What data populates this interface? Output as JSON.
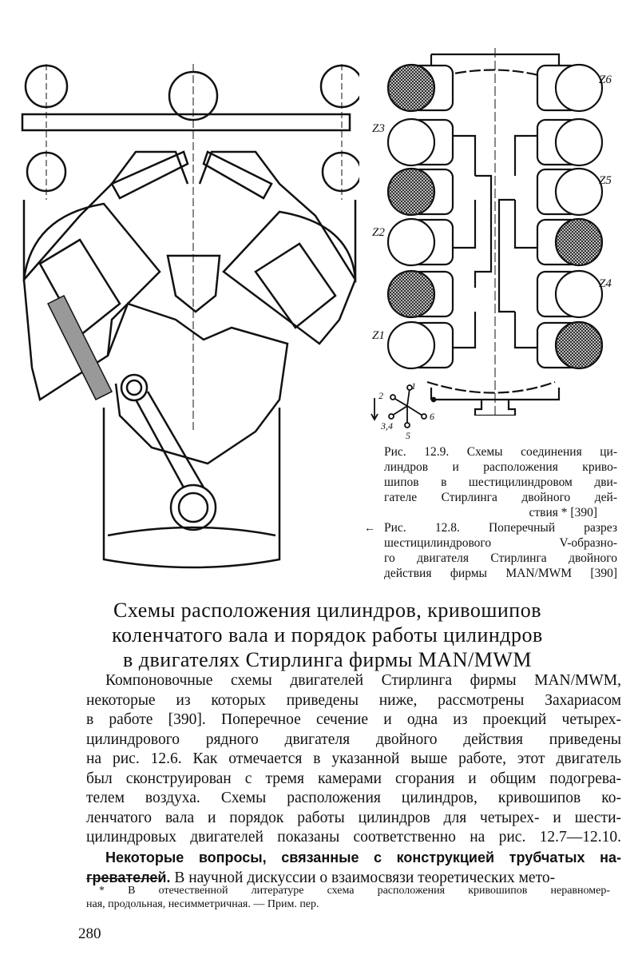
{
  "figure_12_9": {
    "cylinder_labels": [
      "Z6",
      "Z3",
      "Z5",
      "Z2",
      "Z4",
      "Z1"
    ],
    "crank_labels": [
      "1",
      "2",
      "3,4",
      "5",
      "6"
    ],
    "caption": [
      "Рис. 12.9. Схемы соединения ци-",
      "линдров и расположения криво-",
      "шипов в шестицилиндровом дви-",
      "гателе Стирлинга двойного дей-",
      "ствия * [390]"
    ]
  },
  "figure_12_8": {
    "arrow": "←",
    "caption": [
      "Рис. 12.8. Поперечный разрез",
      "шестицилиндрового V-образно-",
      "го двигателя Стирлинга двойного",
      "действия фирмы MAN/MWM [390]"
    ]
  },
  "section_heading": [
    "Схемы расположения цилиндров, кривошипов",
    "коленчатого вала и порядок работы цилиндров",
    "в двигателях Стирлинга фирмы MAN/MWM"
  ],
  "body": [
    "Компоновочные схемы двигателей Стирлинга фирмы MAN/MWM,",
    "некоторые из которых приведены ниже, рассмотрены Захариасом",
    "в работе [390]. Поперечное сечение и одна из проекций четырех-",
    "цилиндрового рядного двигателя двойного действия приведены",
    "на рис. 12.6. Как отмечается в указанной выше работе, этот двигатель",
    "был сконструирован с тремя камерами сгорания и общим подогрева-",
    "телем воздуха. Схемы расположения цилиндров, кривошипов ко-",
    "ленчатого вала и порядок работы цилиндров для четырех- и шести-",
    "цилиндровых двигателей показаны соответственно на рис. 12.7—12.10."
  ],
  "paragraph2": {
    "bold_line1": "Некоторые вопросы, связанные с конструкцией трубчатых на-",
    "bold_line2": "гревателей.",
    "rest_line2": " В научной дискуссии о взаимосвязи теоретических мето-"
  },
  "footnote": [
    "* В отечественной литературе схема расположения кривошипов неравномер-",
    "ная, продольная, несимметричная. — Прим. пер."
  ],
  "page_number": "280"
}
